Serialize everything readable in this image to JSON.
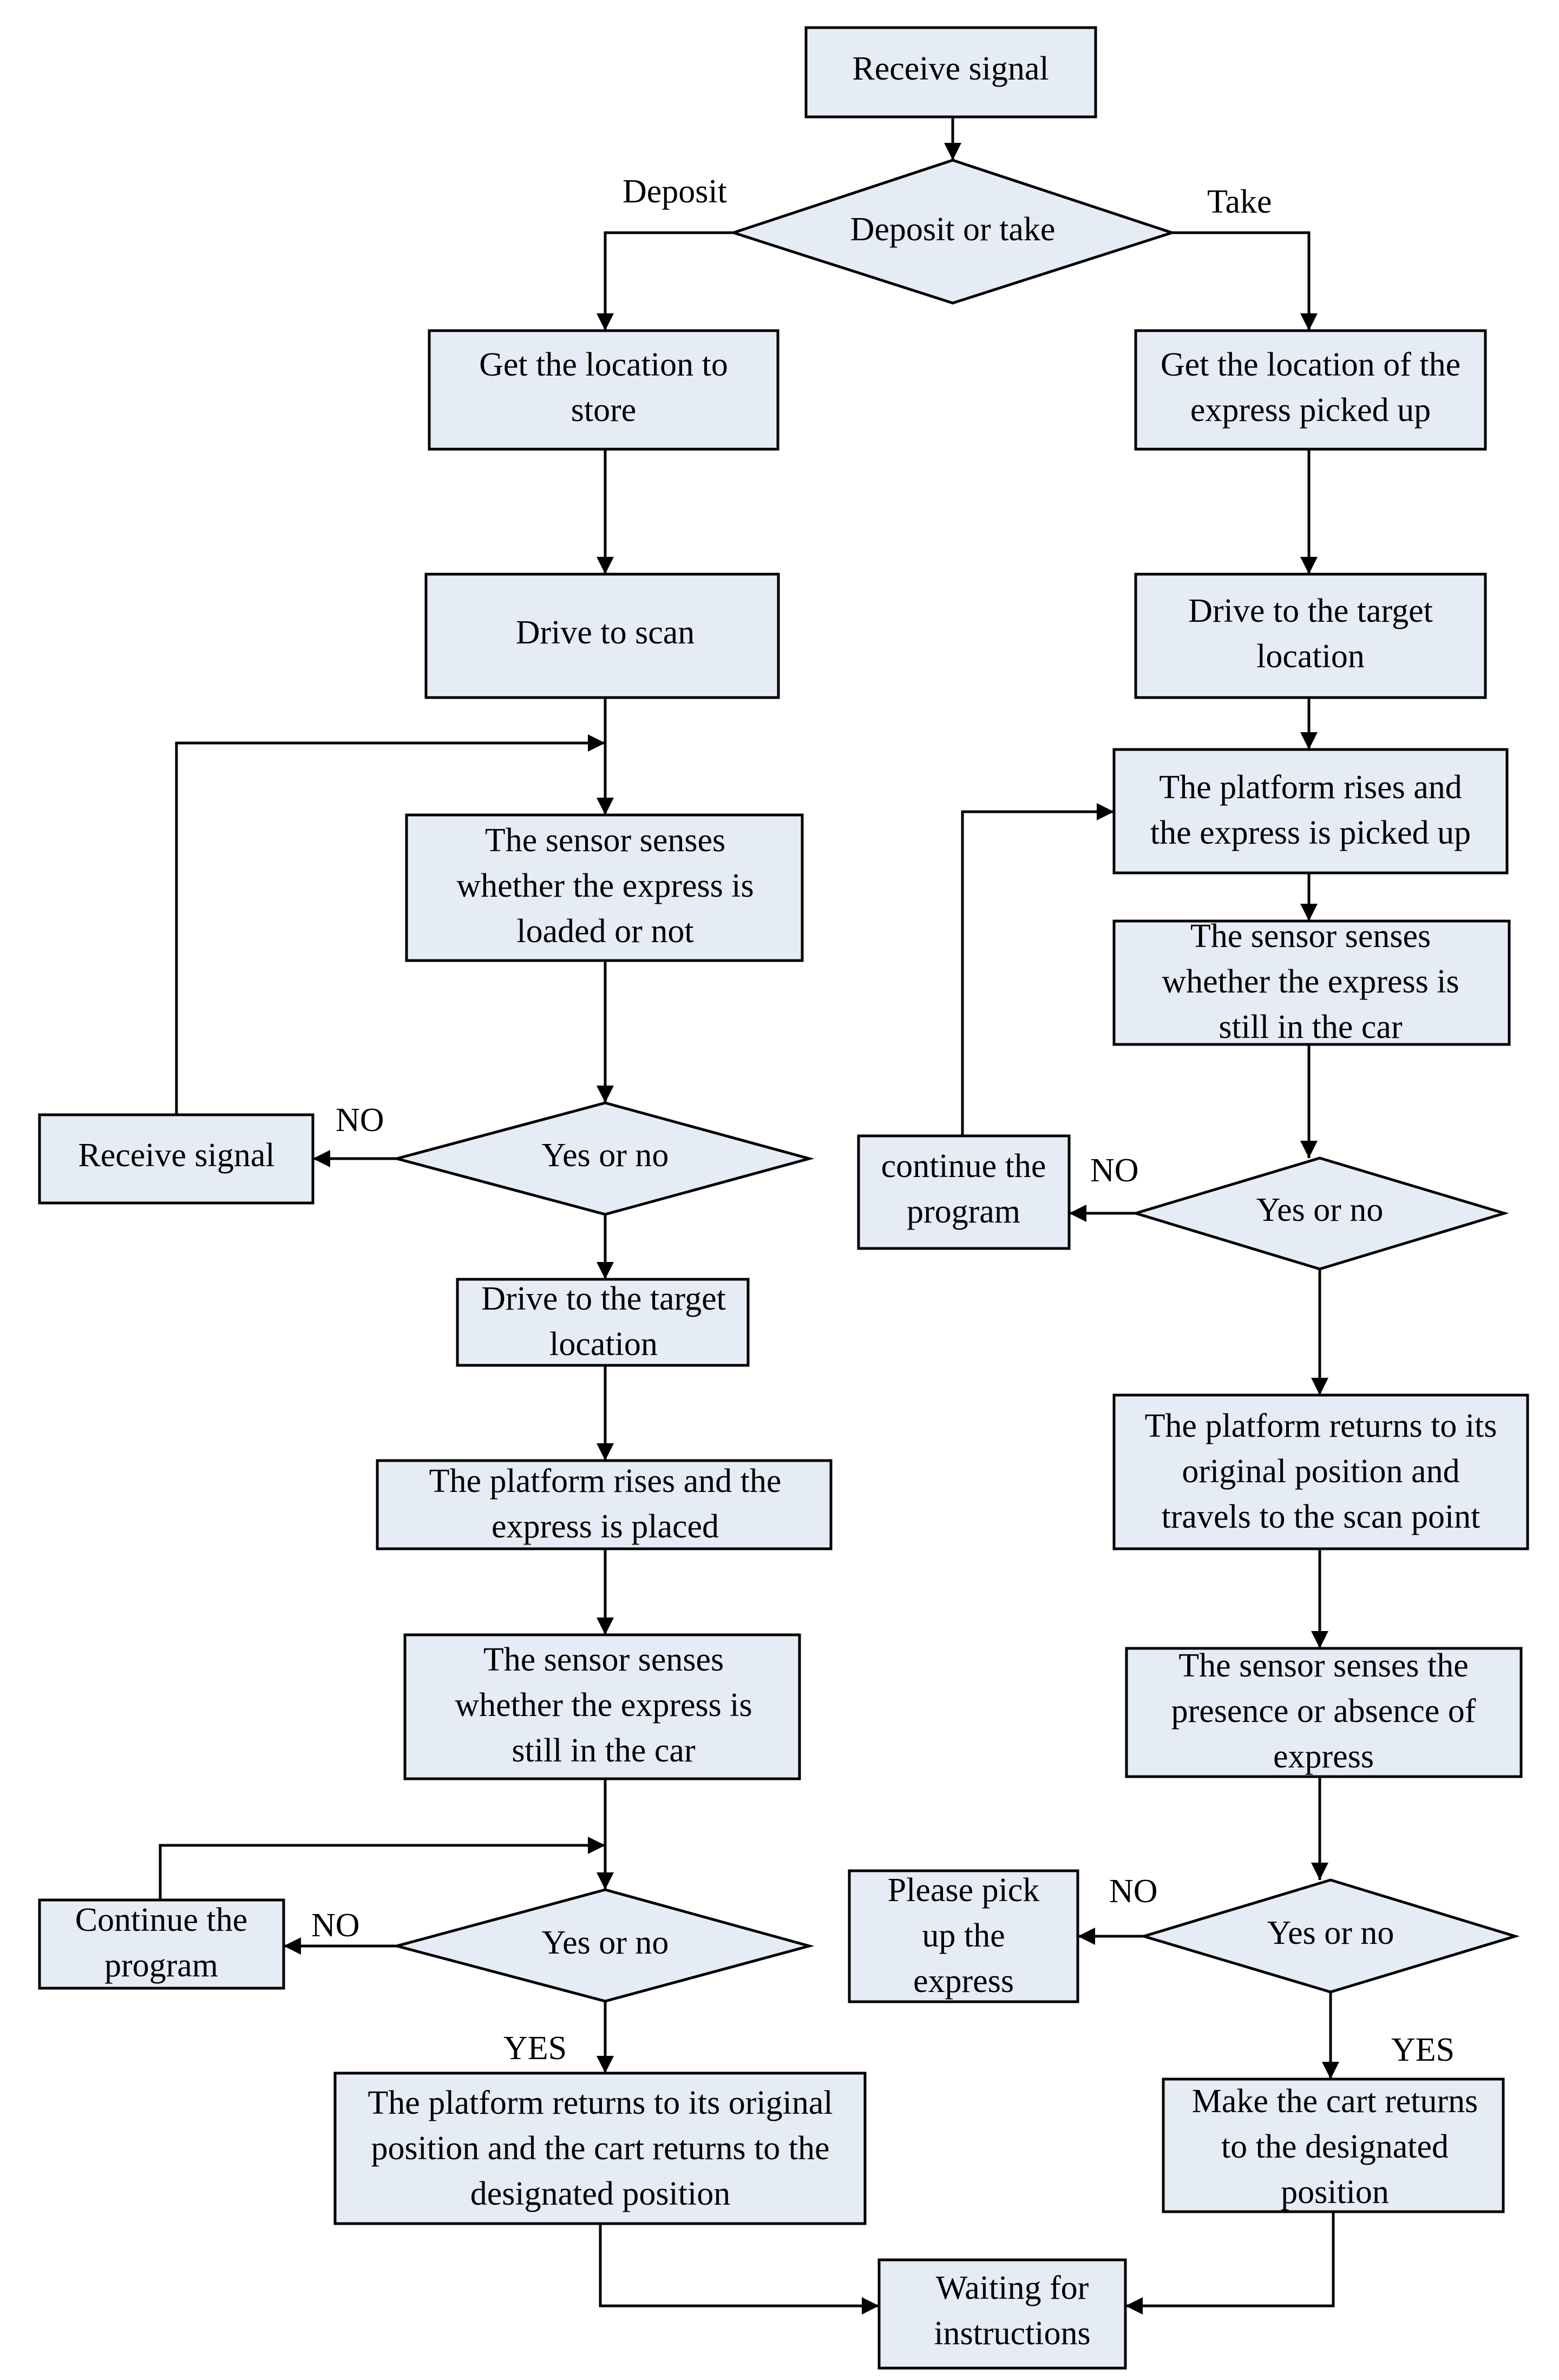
{
  "nodes": {
    "receive_signal_top": [
      "Receive signal"
    ],
    "deposit_or_take": [
      "Deposit or take"
    ],
    "get_location_store": [
      "Get the location to",
      "store"
    ],
    "drive_to_scan": [
      "Drive to scan"
    ],
    "sensor_loaded": [
      "The sensor senses",
      "whether the express is",
      "loaded or not"
    ],
    "yes_no_left1": [
      "Yes or no"
    ],
    "receive_signal_left": [
      "Receive signal"
    ],
    "drive_target_left": [
      "Drive to the target",
      "location"
    ],
    "platform_rises_placed": [
      "The platform rises and the",
      "express is placed"
    ],
    "sensor_still_left": [
      "The sensor senses",
      "whether the express is",
      "still in the car"
    ],
    "yes_no_left2": [
      "Yes or no"
    ],
    "continue_program_left": [
      "Continue the",
      "program"
    ],
    "platform_returns_left": [
      "The platform returns to its original",
      "position and the cart returns to the",
      "designated position"
    ],
    "waiting": [
      "Waiting for",
      "instructions"
    ],
    "get_location_picked": [
      "Get the location of the",
      "express picked up"
    ],
    "drive_target_right": [
      "Drive to the target",
      "location"
    ],
    "platform_rises_picked": [
      "The platform rises and",
      "the express is picked up"
    ],
    "sensor_still_right": [
      "The sensor senses",
      "whether the express is",
      "still in the car"
    ],
    "yes_no_right1": [
      "Yes or no"
    ],
    "continue_program_right": [
      "continue the",
      "program"
    ],
    "platform_returns_right": [
      "The platform returns to its",
      "original position and",
      "travels to the scan point"
    ],
    "sensor_presence": [
      "The sensor senses the",
      "presence or absence of",
      "express"
    ],
    "yes_no_right2": [
      "Yes or no"
    ],
    "please_pick_up": [
      "Please pick",
      "up the",
      "express"
    ],
    "make_cart_return": [
      "Make the cart returns",
      "to the designated",
      "position"
    ]
  },
  "edge_labels": {
    "deposit": "Deposit",
    "take": "Take",
    "no_left1": "NO",
    "no_left2": "NO",
    "yes_left2": "YES",
    "no_right1": "NO",
    "no_right2": "NO",
    "yes_right2": "YES"
  },
  "colors": {
    "box_fill": "#e6ecf5",
    "stroke": "#000000"
  }
}
